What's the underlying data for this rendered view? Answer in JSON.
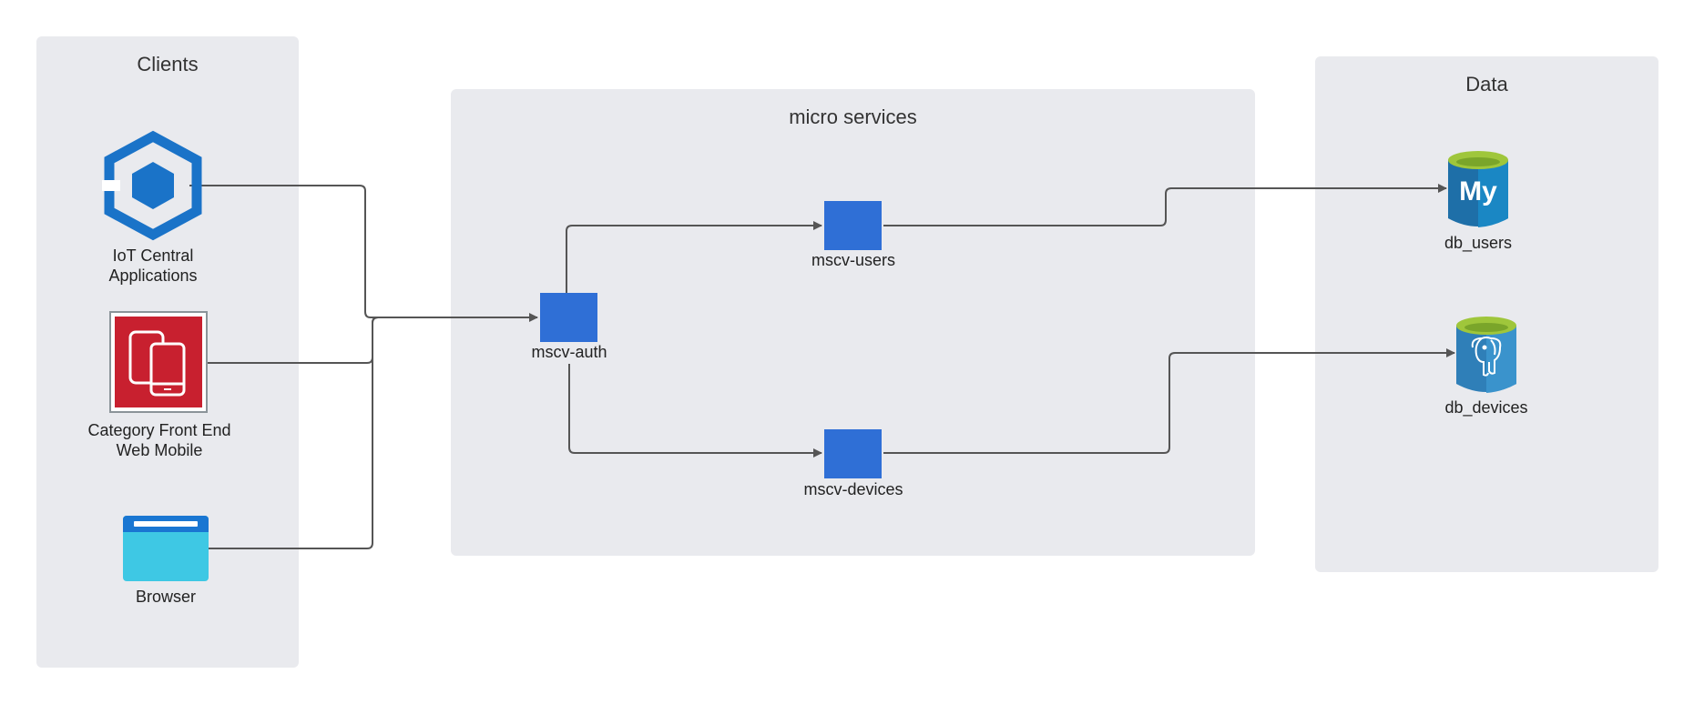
{
  "groups": {
    "clients": {
      "title": "Clients"
    },
    "micro_services": {
      "title": "micro services"
    },
    "data": {
      "title": "Data"
    }
  },
  "clients": {
    "iot": {
      "label_line1": "IoT Central",
      "label_line2": "Applications",
      "icon": "iot-central-hexagon-icon"
    },
    "frontend": {
      "label_line1": "Category Front End",
      "label_line2": "Web Mobile",
      "icon": "mobile-devices-icon"
    },
    "browser": {
      "label": "Browser",
      "icon": "browser-window-icon"
    }
  },
  "services": {
    "auth": {
      "label": "mscv-auth"
    },
    "users": {
      "label": "mscv-users"
    },
    "devices": {
      "label": "mscv-devices"
    }
  },
  "databases": {
    "users": {
      "label": "db_users",
      "icon": "mysql-database-icon",
      "badge": "My"
    },
    "devices": {
      "label": "db_devices",
      "icon": "postgresql-database-icon"
    }
  },
  "colors": {
    "panel": "#e9eaee",
    "service": "#2f6fd6",
    "connector": "#555555",
    "iot": "#1a73c8",
    "frontend": "#c8202f",
    "browser": "#3ec8e4"
  }
}
